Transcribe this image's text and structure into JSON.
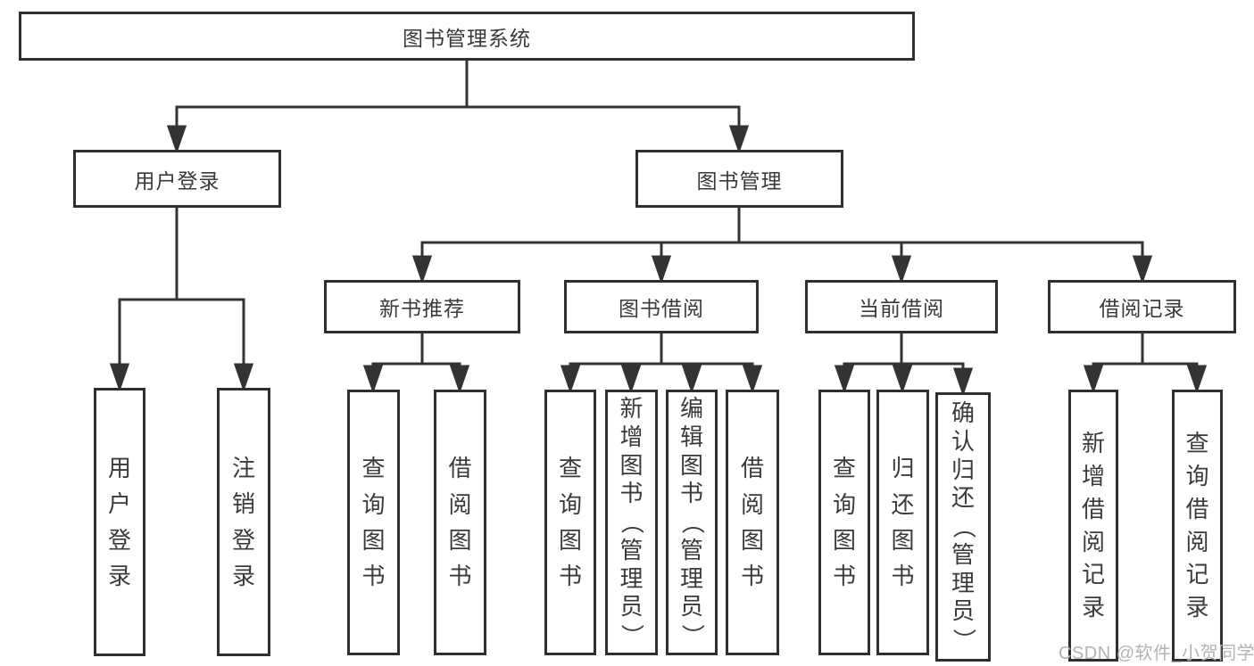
{
  "diagram": {
    "root": "图书管理系统",
    "login": {
      "label": "用户登录",
      "children": [
        "用户登录",
        "注销登录"
      ]
    },
    "mgmt": {
      "label": "图书管理"
    },
    "newbook": {
      "label": "新书推荐",
      "children": [
        "查询图书",
        "借阅图书"
      ]
    },
    "borrow": {
      "label": "图书借阅",
      "children": [
        "查询图书",
        "新增图书（管理员）",
        "编辑图书（管理员）",
        "借阅图书"
      ]
    },
    "current": {
      "label": "当前借阅",
      "children": [
        "查询图书",
        "归还图书",
        "确认归还（管理员）"
      ]
    },
    "records": {
      "label": "借阅记录",
      "children": [
        "新增借阅记录",
        "查询借阅记录"
      ]
    }
  },
  "watermark": {
    "text": "CSDN @软件_小贺同学"
  },
  "colors": {
    "line": "#333333",
    "box_border": "#2f2f2f",
    "text": "#3a3a3a",
    "watermark": "#b3b3b3",
    "background": "#ffffff"
  }
}
